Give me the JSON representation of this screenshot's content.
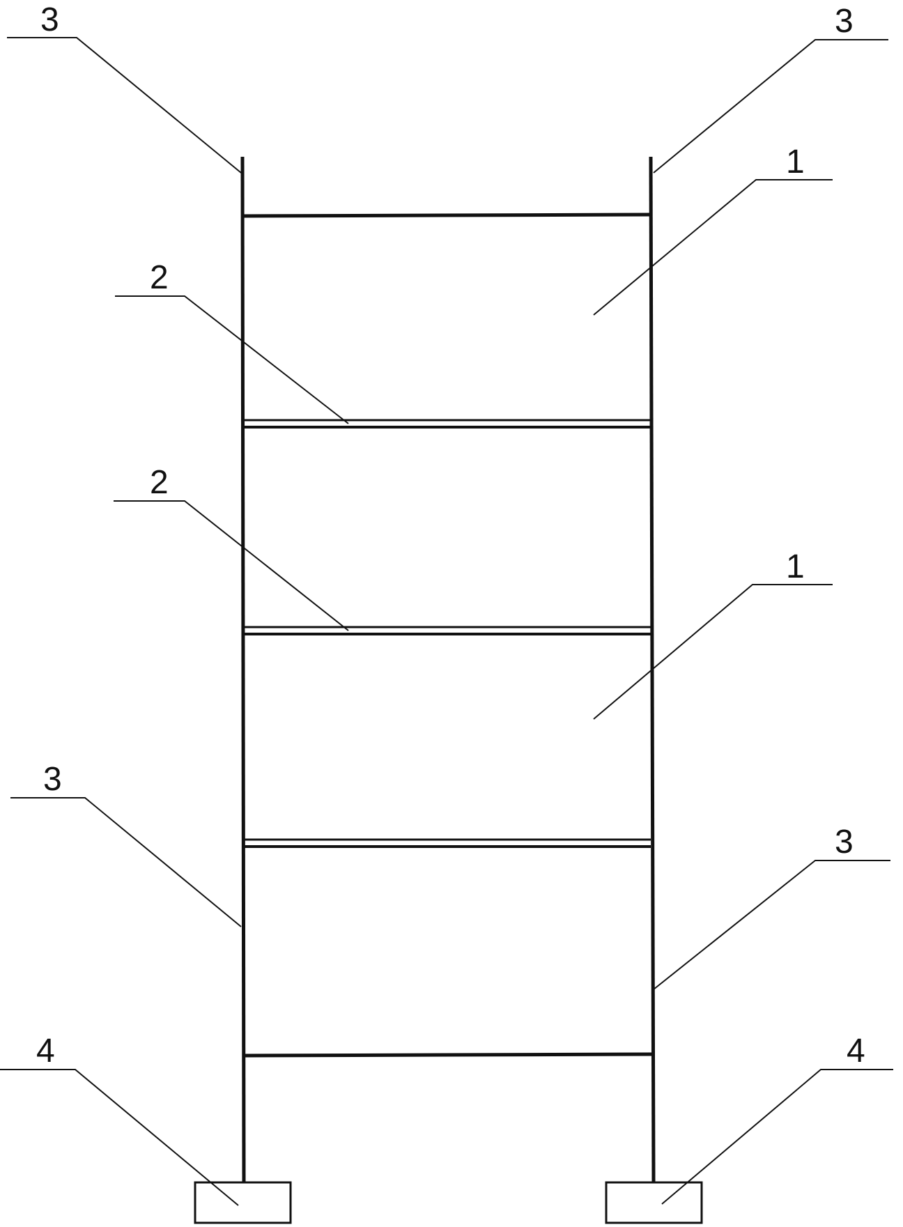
{
  "colors": {
    "line": "#111111",
    "background": "#ffffff"
  },
  "labels": {
    "frame_top_left": "3",
    "frame_top_right": "3",
    "panel_upper": "1",
    "connector_upper": "2",
    "connector_middle": "2",
    "panel_lower": "1",
    "frame_bottom_left": "3",
    "frame_bottom_right": "3",
    "foot_left": "4",
    "foot_right": "4"
  }
}
